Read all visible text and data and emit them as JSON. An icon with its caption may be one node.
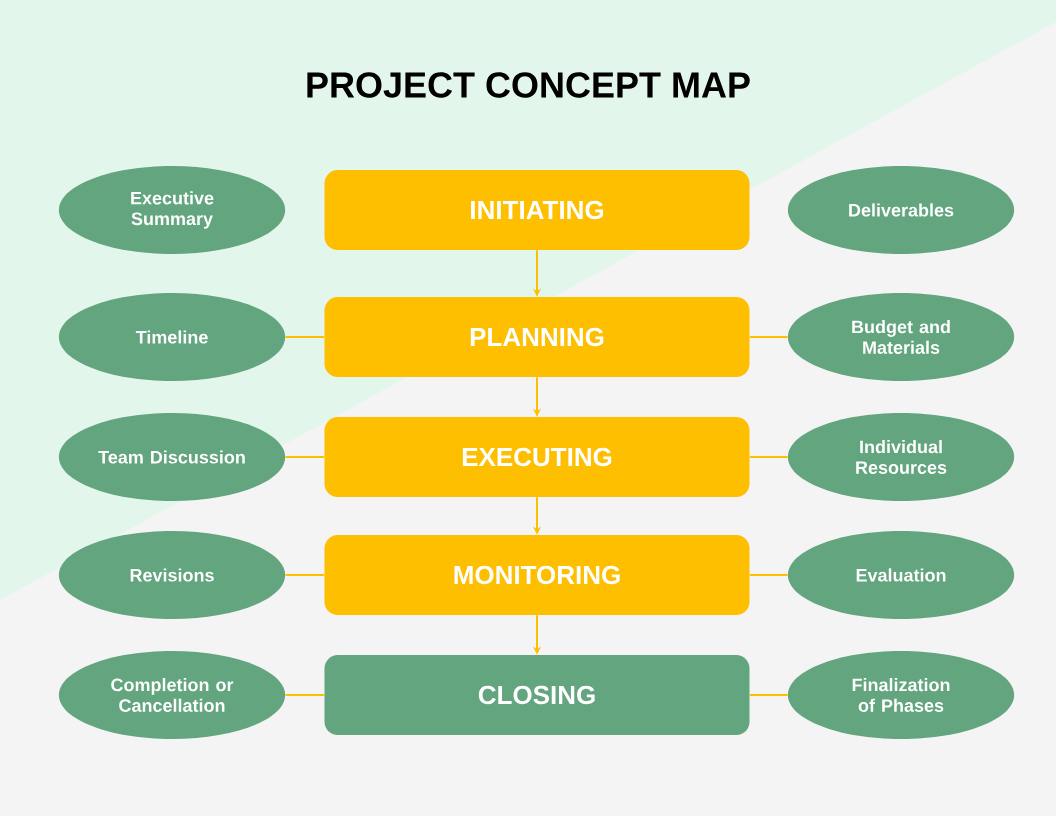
{
  "diagram": {
    "title": "PROJECT CONCEPT MAP",
    "nodes": [
      {
        "text": [
          "Executive Summary"
        ]
      },
      {
        "text": [
          "INITIATING"
        ]
      },
      {
        "text": [
          "Deliverables"
        ]
      },
      {
        "text": [
          "Timeline"
        ]
      },
      {
        "text": [
          "PLANNING"
        ]
      },
      {
        "text": [
          "Budget and Materials"
        ]
      },
      {
        "text": [
          "Team Discussion"
        ]
      },
      {
        "text": [
          "EXECUTING"
        ]
      },
      {
        "text": [
          "Individual Resources"
        ]
      },
      {
        "text": [
          "Revisions"
        ]
      },
      {
        "text": [
          "MONITORING"
        ]
      },
      {
        "text": [
          "Evaluation"
        ]
      },
      {
        "text": [
          "Completion or Cancellation"
        ]
      },
      {
        "text": [
          "CLOSING"
        ]
      },
      {
        "text": [
          "Finalization of Phases"
        ]
      }
    ],
    "edges": [
      {
        "from": 1,
        "to": 4,
        "arrow": "to"
      },
      {
        "from": 4,
        "to": 7,
        "arrow": "to"
      },
      {
        "from": 7,
        "to": 10,
        "arrow": "to"
      },
      {
        "from": 10,
        "to": 13,
        "arrow": "to"
      },
      {
        "from": 3,
        "to": 4,
        "arrow": "none"
      },
      {
        "from": 4,
        "to": 5,
        "arrow": "none"
      },
      {
        "from": 6,
        "to": 7,
        "arrow": "none"
      },
      {
        "from": 7,
        "to": 8,
        "arrow": "none"
      },
      {
        "from": 9,
        "to": 10,
        "arrow": "none"
      },
      {
        "from": 10,
        "to": 11,
        "arrow": "none"
      },
      {
        "from": 12,
        "to": 13,
        "arrow": "none"
      },
      {
        "from": 13,
        "to": 14,
        "arrow": "none"
      }
    ]
  }
}
